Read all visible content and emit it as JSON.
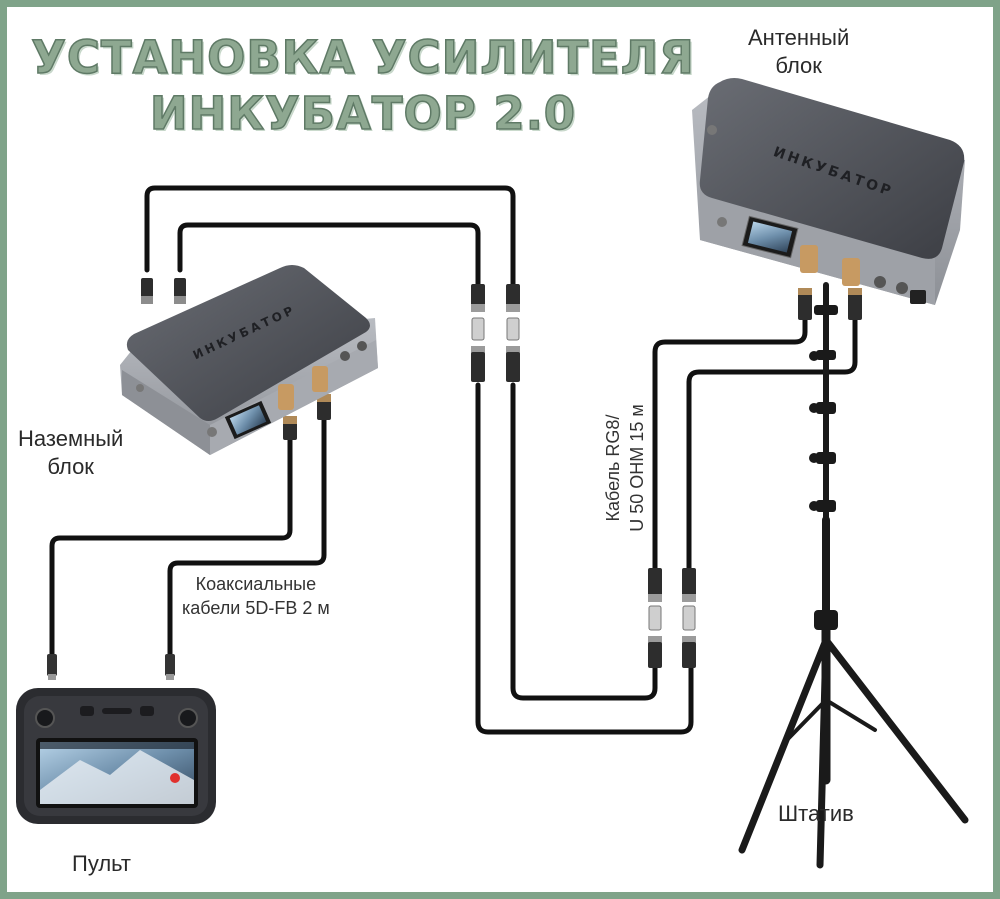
{
  "title": {
    "line1": "УСТАНОВКА УСИЛИТЕЛЯ",
    "line2": "ИНКУБАТОР 2.0"
  },
  "labels": {
    "antenna_unit": [
      "Антенный",
      "блок"
    ],
    "ground_unit": [
      "Наземный",
      "блок"
    ],
    "coax_cables": [
      "Коаксиальные",
      "кабели 5D-FB 2 м"
    ],
    "rg8_cable": [
      "Кабель RG8/",
      "U 50 OHM 15 м"
    ],
    "tripod": "Штатив",
    "remote": "Пульт"
  },
  "device_brand": "ИНКУБАТОР",
  "icons": {
    "antenna_unit": "antenna-unit-icon",
    "ground_unit": "ground-unit-icon",
    "remote": "remote-controller-icon",
    "tripod": "tripod-icon",
    "connector": "n-connector-icon"
  },
  "colors": {
    "frame": "#7fa389",
    "title_fill": "#8ea891",
    "title_stroke": "#5f7a66",
    "device_body": "#4a4c52",
    "cable": "#111111"
  }
}
